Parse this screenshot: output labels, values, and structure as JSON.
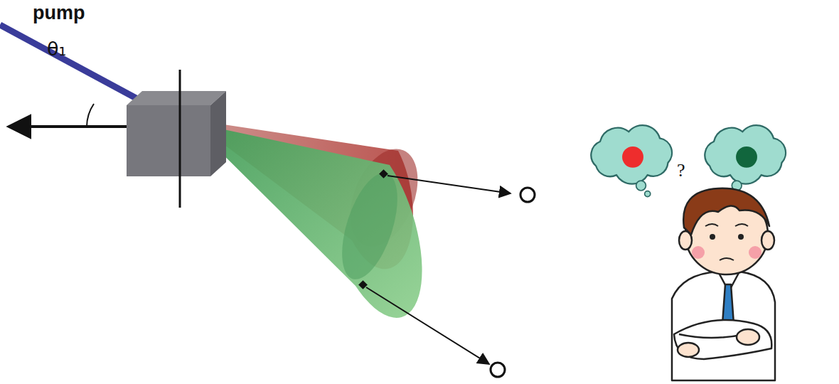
{
  "diagram": {
    "labels": [
      "pump",
      "θ₁",
      "?"
    ]
  }
}
